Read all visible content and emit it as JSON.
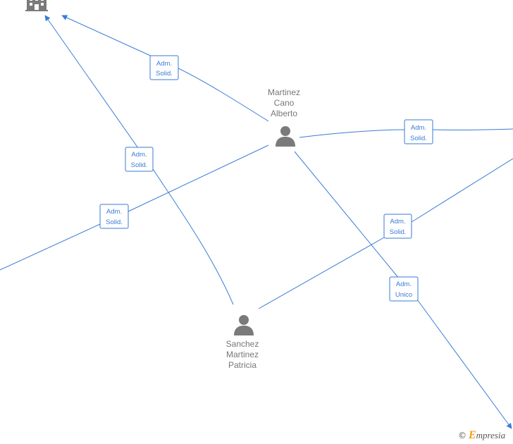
{
  "nodes": {
    "martinez": {
      "name_lines": [
        "Martinez",
        "Cano",
        "Alberto"
      ],
      "icon": "person-icon"
    },
    "sanchez": {
      "name_lines": [
        "Sanchez",
        "Martinez",
        "Patricia"
      ],
      "icon": "person-icon"
    },
    "company": {
      "icon": "building-icon"
    }
  },
  "roles": [
    {
      "line1": "Adm.",
      "line2": "Solid."
    },
    {
      "line1": "Adm.",
      "line2": "Solid."
    },
    {
      "line1": "Adm.",
      "line2": "Solid."
    },
    {
      "line1": "Adm.",
      "line2": "Solid."
    },
    {
      "line1": "Adm.",
      "line2": "Solid."
    },
    {
      "line1": "Adm.",
      "line2": "Unico"
    }
  ],
  "watermark": {
    "copyright": "©",
    "brand_initial": "E",
    "brand_rest": "mpresia"
  },
  "colors": {
    "edge": "#3a7bd5",
    "node_label": "#777777",
    "icon": "#7a7a7a",
    "brand": "#f39c12"
  }
}
